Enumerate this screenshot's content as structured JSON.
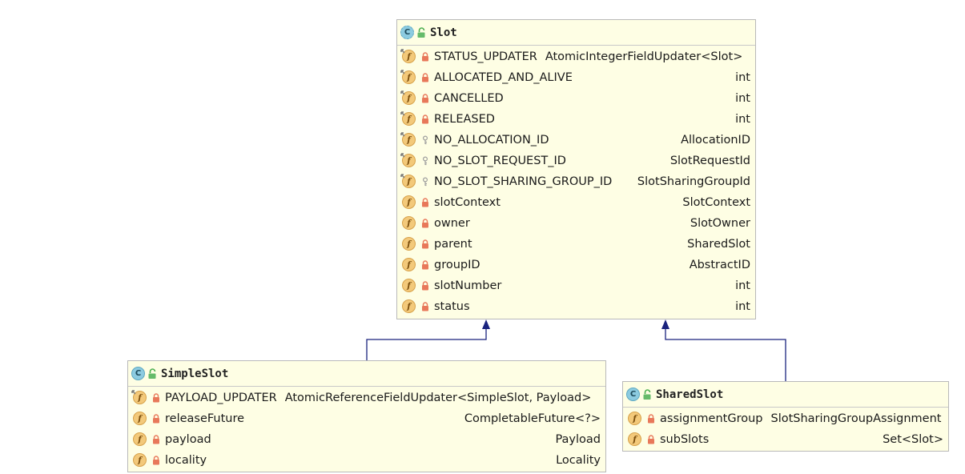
{
  "colors": {
    "box_fill": "#fefee4",
    "box_border": "#b9b9b9",
    "arrow": "#1a237e",
    "field_icon": "#f3c97a",
    "class_icon": "#8ccbe0",
    "private_lock": "#e8785a",
    "package_key": "#9e9e9e"
  },
  "classes": {
    "slot": {
      "name": "Slot",
      "icon": "abstract-class-icon",
      "fields": [
        {
          "name": "STATUS_UPDATER",
          "type": "AtomicIntegerFieldUpdater<Slot>",
          "static": true,
          "visibility": "private",
          "inline_type": true
        },
        {
          "name": "ALLOCATED_AND_ALIVE",
          "type": "int",
          "static": true,
          "visibility": "private"
        },
        {
          "name": "CANCELLED",
          "type": "int",
          "static": true,
          "visibility": "private"
        },
        {
          "name": "RELEASED",
          "type": "int",
          "static": true,
          "visibility": "private"
        },
        {
          "name": "NO_ALLOCATION_ID",
          "type": "AllocationID",
          "static": true,
          "visibility": "package"
        },
        {
          "name": "NO_SLOT_REQUEST_ID",
          "type": "SlotRequestId",
          "static": true,
          "visibility": "package"
        },
        {
          "name": "NO_SLOT_SHARING_GROUP_ID",
          "type": "SlotSharingGroupId",
          "static": true,
          "visibility": "package"
        },
        {
          "name": "slotContext",
          "type": "SlotContext",
          "static": false,
          "visibility": "private"
        },
        {
          "name": "owner",
          "type": "SlotOwner",
          "static": false,
          "visibility": "private"
        },
        {
          "name": "parent",
          "type": "SharedSlot",
          "static": false,
          "visibility": "private"
        },
        {
          "name": "groupID",
          "type": "AbstractID",
          "static": false,
          "visibility": "private"
        },
        {
          "name": "slotNumber",
          "type": "int",
          "static": false,
          "visibility": "private"
        },
        {
          "name": "status",
          "type": "int",
          "static": false,
          "visibility": "private"
        }
      ]
    },
    "simple_slot": {
      "name": "SimpleSlot",
      "icon": "class-icon",
      "fields": [
        {
          "name": "PAYLOAD_UPDATER",
          "type": "AtomicReferenceFieldUpdater<SimpleSlot, Payload>",
          "static": true,
          "visibility": "private",
          "inline_type": true
        },
        {
          "name": "releaseFuture",
          "type": "CompletableFuture<?>",
          "static": false,
          "visibility": "private"
        },
        {
          "name": "payload",
          "type": "Payload",
          "static": false,
          "visibility": "private"
        },
        {
          "name": "locality",
          "type": "Locality",
          "static": false,
          "visibility": "private"
        }
      ]
    },
    "shared_slot": {
      "name": "SharedSlot",
      "icon": "class-icon",
      "fields": [
        {
          "name": "assignmentGroup",
          "type": "SlotSharingGroupAssignment",
          "static": false,
          "visibility": "private",
          "inline_type": true
        },
        {
          "name": "subSlots",
          "type": "Set<Slot>",
          "static": false,
          "visibility": "private"
        }
      ]
    }
  },
  "relations": [
    {
      "from": "SimpleSlot",
      "to": "Slot",
      "kind": "inheritance"
    },
    {
      "from": "SharedSlot",
      "to": "Slot",
      "kind": "inheritance"
    }
  ],
  "icon_glyphs": {
    "class": "C",
    "field": "f"
  }
}
